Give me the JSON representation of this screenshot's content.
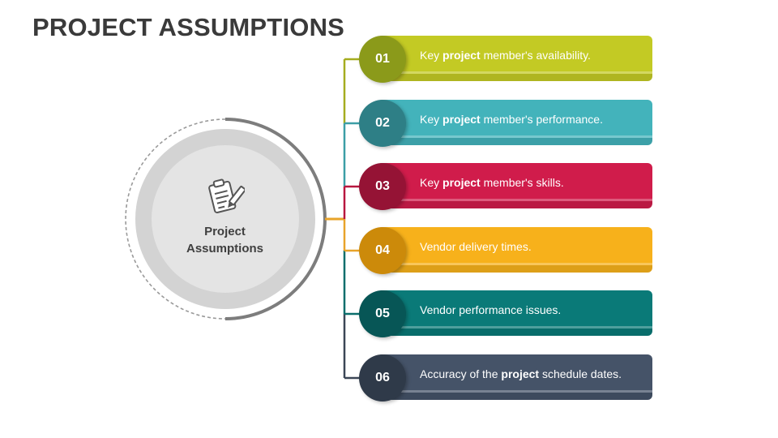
{
  "title": "PROJECT ASSUMPTIONS",
  "hub": {
    "line1": "Project",
    "line2": "Assumptions",
    "icon": "clipboard-pencil-icon"
  },
  "items": [
    {
      "number": "01",
      "pre": "Key ",
      "bold": "project",
      "post": " member's availability.",
      "color": "#c3ca24",
      "pill_color": "#8b9a1a"
    },
    {
      "number": "02",
      "pre": "Key ",
      "bold": "project",
      "post": " member's performance.",
      "color": "#43b3bb",
      "pill_color": "#2e7f86"
    },
    {
      "number": "03",
      "pre": "Key ",
      "bold": "project",
      "post": " member's skills.",
      "color": "#d01c4b",
      "pill_color": "#951335"
    },
    {
      "number": "04",
      "pre": "Vendor delivery times.",
      "bold": "",
      "post": "",
      "color": "#f7b11b",
      "pill_color": "#cc8a0a"
    },
    {
      "number": "05",
      "pre": "Vendor performance issues.",
      "bold": "",
      "post": "",
      "color": "#0a7a78",
      "pill_color": "#075656"
    },
    {
      "number": "06",
      "pre": "Accuracy of the ",
      "bold": "project",
      "post": " schedule dates.",
      "color": "#455368",
      "pill_color": "#2f3a49"
    }
  ]
}
